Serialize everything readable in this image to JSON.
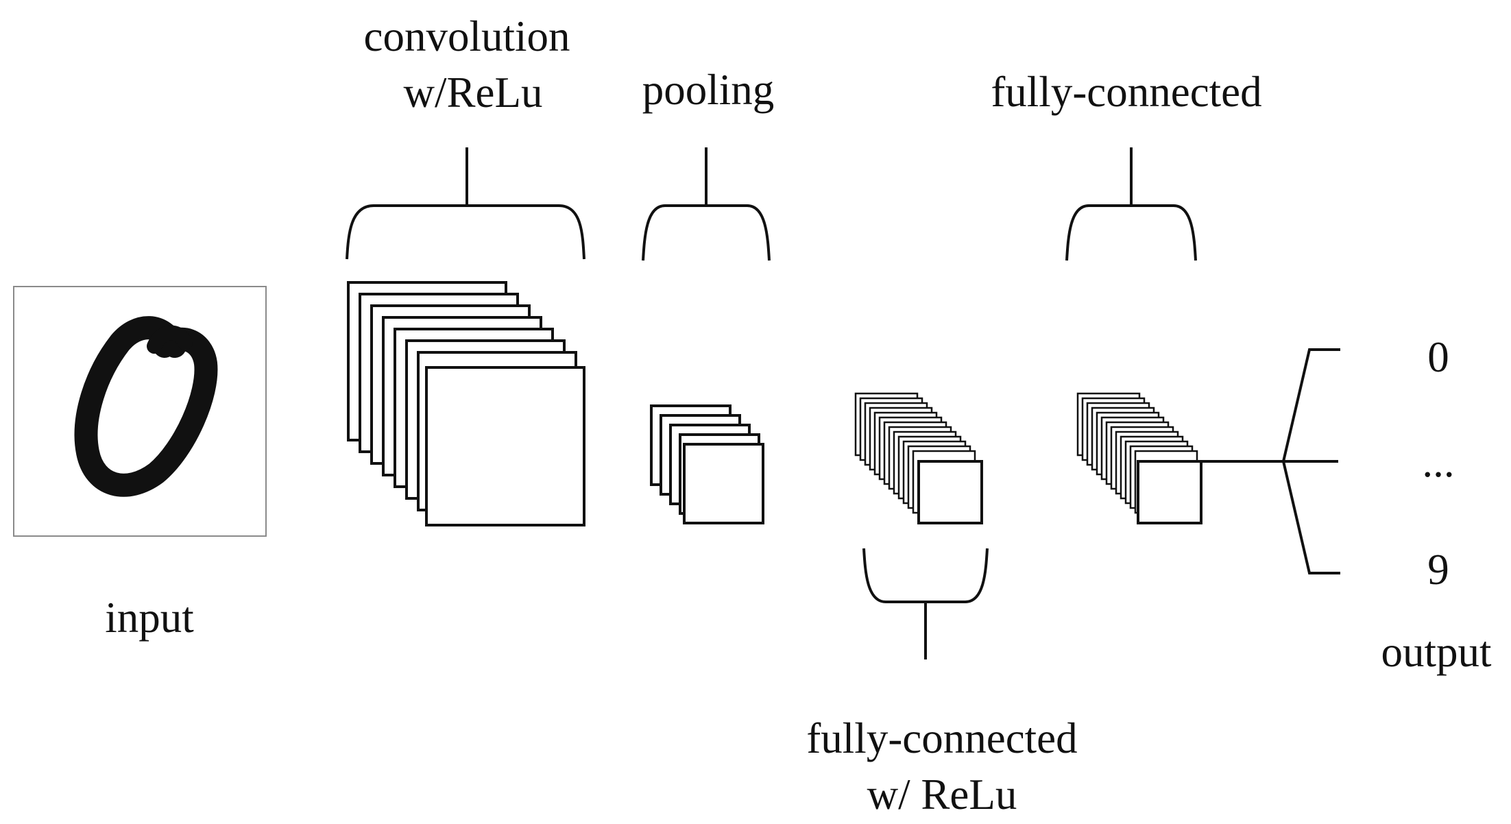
{
  "labels": {
    "input": "input",
    "conv_line1": "convolution",
    "conv_line2": "w/ReLu",
    "pooling": "pooling",
    "fc_top": "fully-connected",
    "fc_bottom_line1": "fully-connected",
    "fc_bottom_line2": "w/ ReLu",
    "output_0": "0",
    "output_ellipsis": "...",
    "output_9": "9",
    "output": "output"
  },
  "colors": {
    "stroke": "#111111",
    "background": "#ffffff",
    "input_frame": "#8a8a8a"
  },
  "icons": {
    "input_image": "handwritten-digit-zero"
  }
}
